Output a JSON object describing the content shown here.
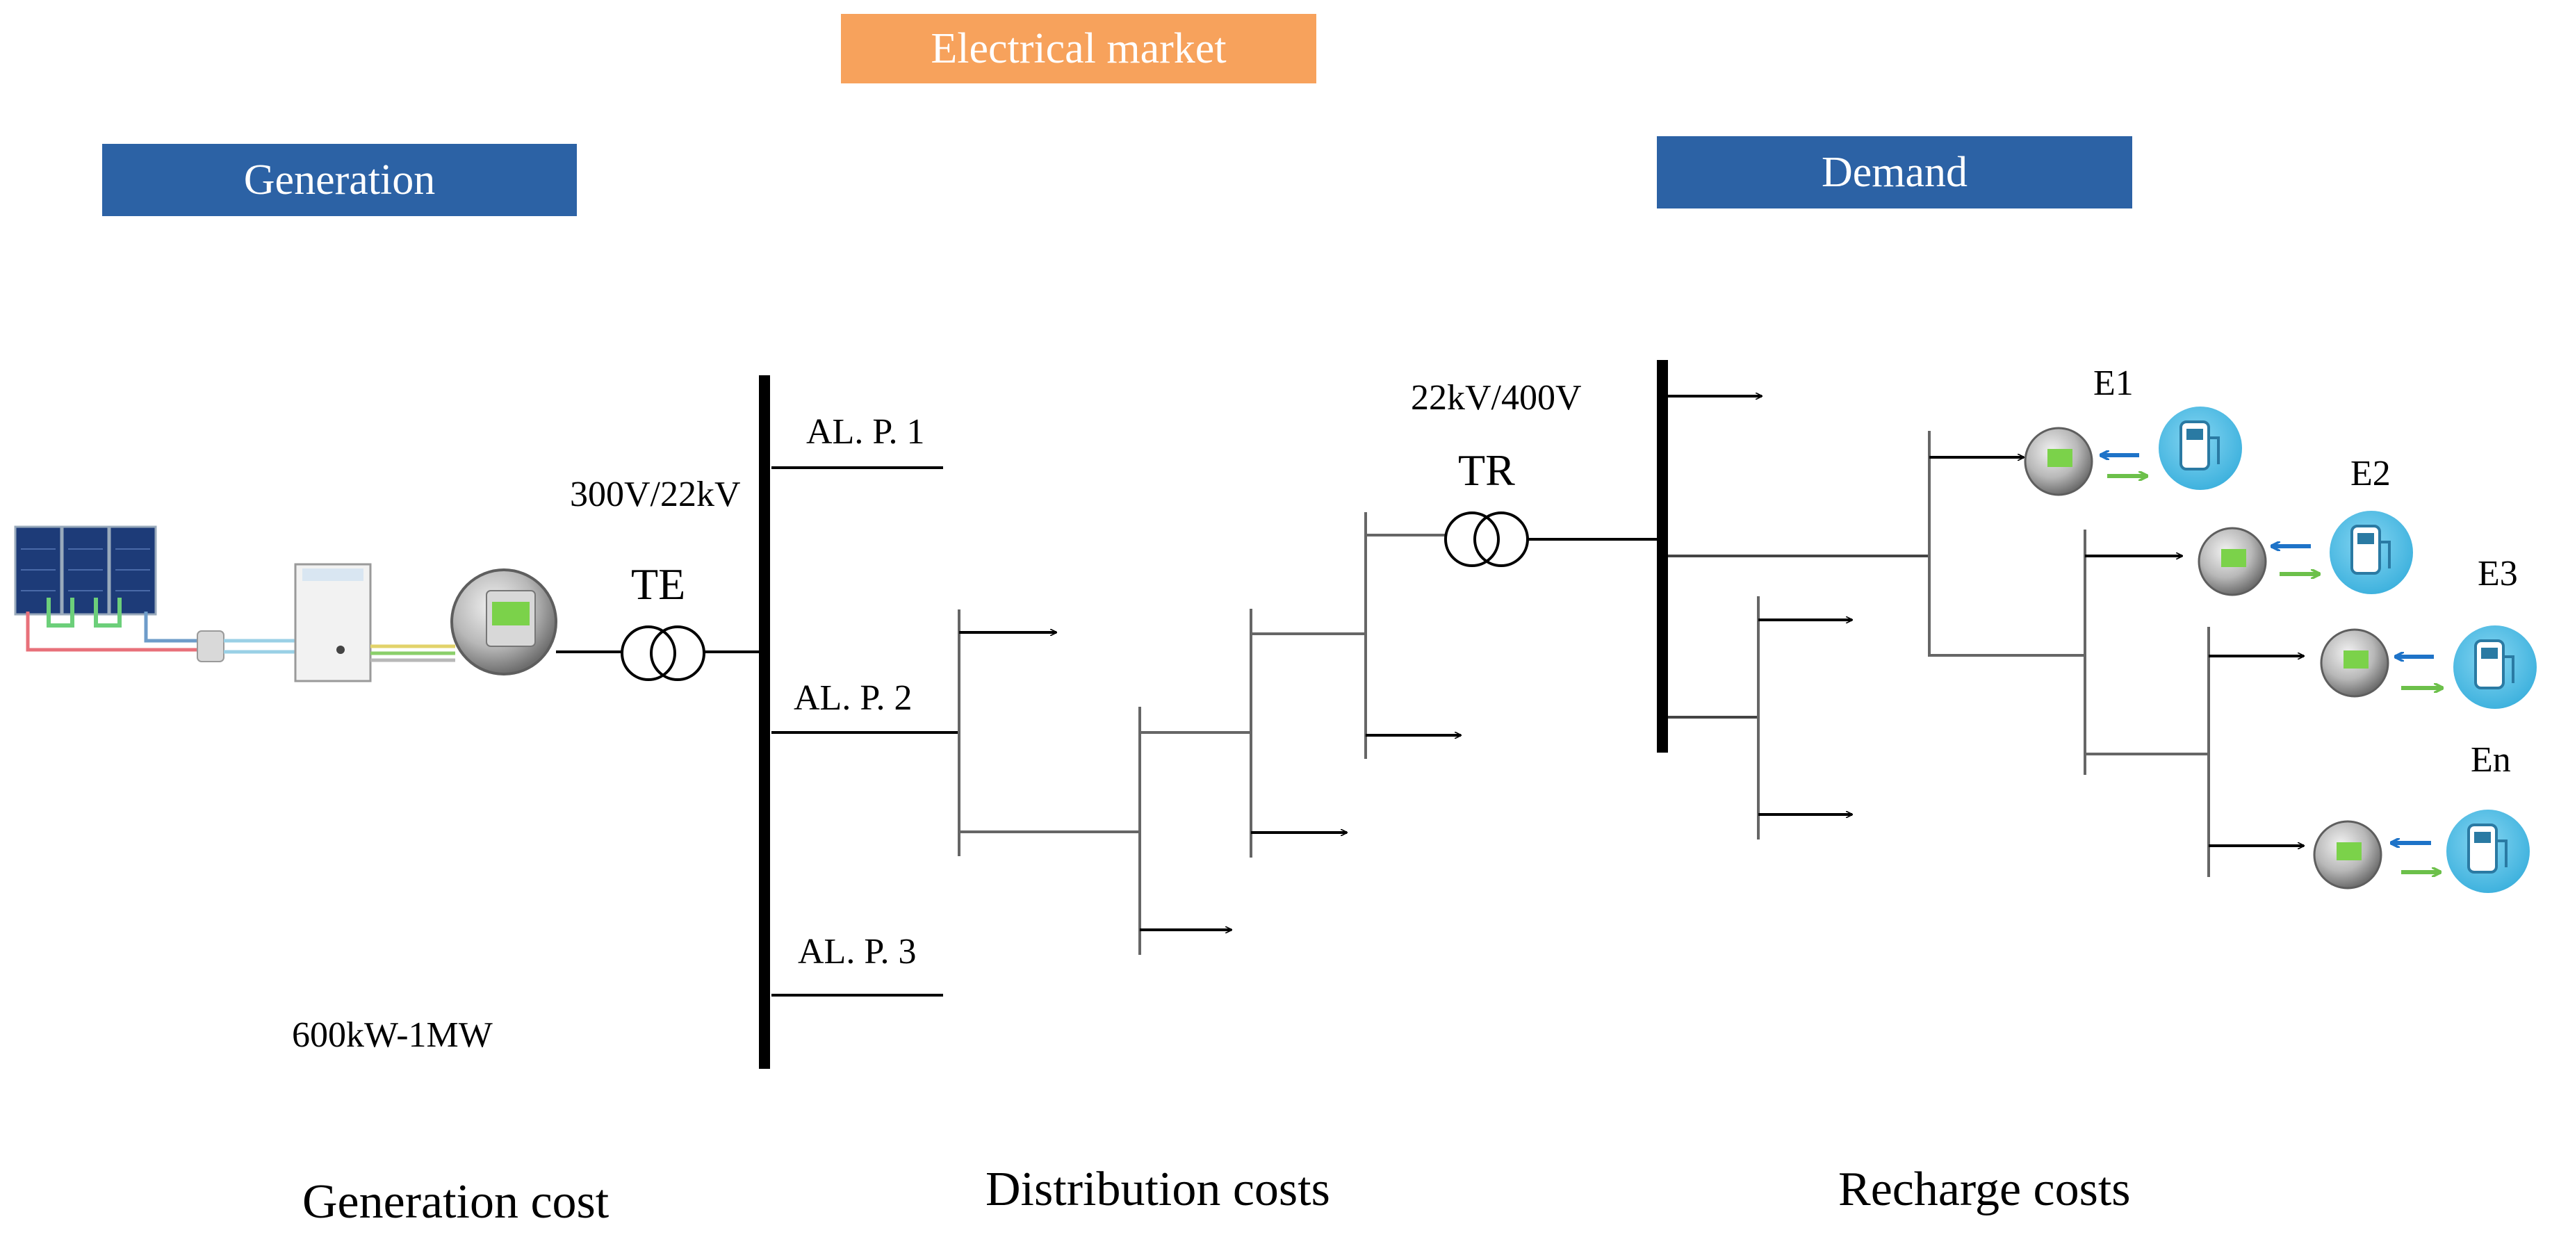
{
  "headers": {
    "generation": "Generation",
    "market": "Electrical market",
    "demand": "Demand"
  },
  "generation_side": {
    "voltage": "300V/22kV",
    "transformer": "TE",
    "capacity": "600kW-1MW"
  },
  "distribution": {
    "feeders": [
      "AL. P. 1",
      "AL. P. 2",
      "AL. P. 3"
    ]
  },
  "demand_side": {
    "voltage": "22kV/400V",
    "transformer": "TR",
    "stations": [
      "E1",
      "E2",
      "E3",
      "En"
    ]
  },
  "cost_labels": {
    "generation": "Generation cost",
    "distribution": "Distribution costs",
    "recharge": "Recharge costs"
  },
  "icons": {
    "pv": "solar-panel-icon",
    "inverter": "inverter-icon",
    "meter": "energy-meter-icon",
    "charger": "ev-charger-icon"
  },
  "colors": {
    "header_blue": "#2c62a5",
    "market_orange": "#f7a25c",
    "charger_bg": "#5cc1e6",
    "arrow_blue": "#1e73c8",
    "arrow_green": "#6cc04a"
  }
}
